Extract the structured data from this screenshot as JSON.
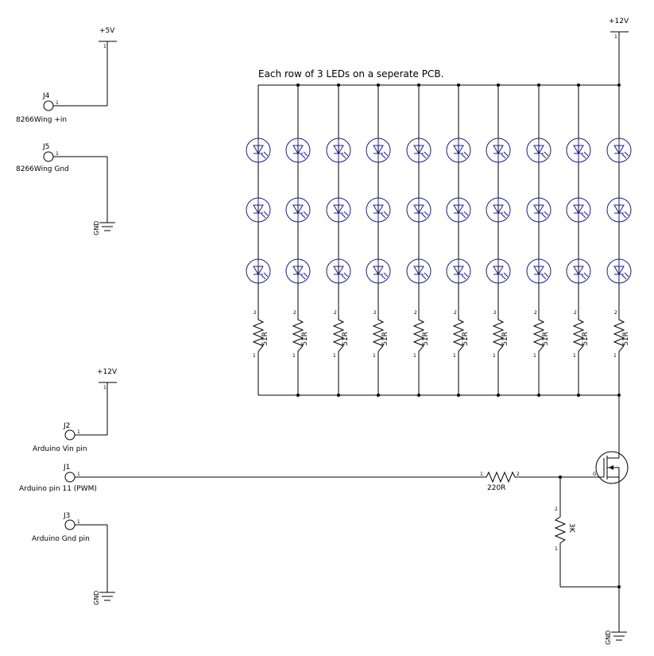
{
  "title_note": "Each row of 3 LEDs on a seperate PCB.",
  "power": {
    "v12_top": "+12V",
    "v5": "+5V",
    "v12_mid": "+12V",
    "gnd": "GND"
  },
  "connectors": {
    "j4": {
      "ref": "J4",
      "desc": "8266Wing +in"
    },
    "j5": {
      "ref": "J5",
      "desc": "8266Wing Gnd"
    },
    "j2": {
      "ref": "J2",
      "desc": "Arduino Vin pin"
    },
    "j1": {
      "ref": "J1",
      "desc": "Arduino pin 11 (PWM)"
    },
    "j3": {
      "ref": "J3",
      "desc": "Arduino Gnd pin"
    }
  },
  "components": {
    "led_resistor_value": "51R",
    "gate_resistor": "220R",
    "pulldown_resistor": "3K",
    "mosfet_gate_pin": "G",
    "pin1": "1",
    "pin2": "2"
  },
  "led_columns": 10,
  "leds_per_column": 3
}
